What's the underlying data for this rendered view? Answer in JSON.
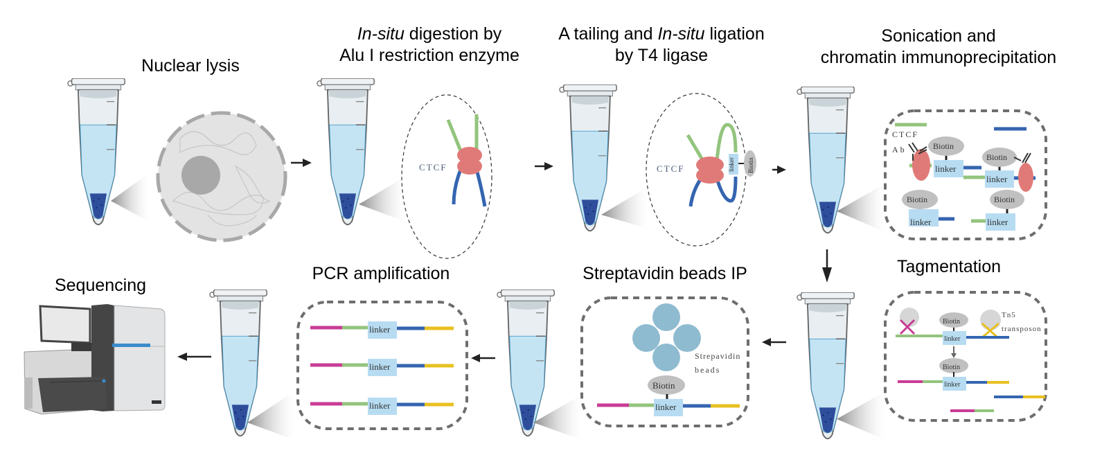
{
  "steps": [
    {
      "id": "nuclear-lysis",
      "title_line1": "Nuclear lysis",
      "title_line2": ""
    },
    {
      "id": "digestion",
      "title_line1_italic": "In-situ",
      "title_line1_rest": " digestion by",
      "title_line2": "Alu I restriction enzyme"
    },
    {
      "id": "ligation",
      "title_line1_pre": "A tailing and ",
      "title_line1_italic": "In-situ",
      "title_line1_rest": " ligation",
      "title_line2": "by T4 ligase"
    },
    {
      "id": "sonication-chip",
      "title_line1": "Sonication and",
      "title_line2": "chromatin immunoprecipitation"
    },
    {
      "id": "tagmentation",
      "title_line1": "Tagmentation"
    },
    {
      "id": "streptavidin-ip",
      "title_line1": "Streptavidin beads IP"
    },
    {
      "id": "pcr",
      "title_line1": "PCR amplification"
    },
    {
      "id": "sequencing",
      "title_line1": "Sequencing"
    }
  ],
  "labels": {
    "ctcf": "CTCF",
    "ctcf_ab_line1": "CTCF",
    "ctcf_ab_line2": "Ab",
    "biotin": "Biotin",
    "linker": "linker",
    "tn5_line1": "Tn5",
    "tn5_line2": "transposon",
    "strep_line1": "Strepavidin",
    "strep_line2": "beads"
  },
  "colors": {
    "green_dna": "#93c47d",
    "blue_dna": "#3465b0",
    "magenta_adapter": "#c83c96",
    "yellow_adapter": "#e8c020",
    "ctcf_protein": "#e07a78",
    "linker_box": "#b7dcf2",
    "biotin": "#c0c0c0",
    "liquid": "#c4e4f4",
    "pellet": "#2e4e9c",
    "streptavidin": "#8fbbd0",
    "dash_border": "#6e6e6e"
  }
}
